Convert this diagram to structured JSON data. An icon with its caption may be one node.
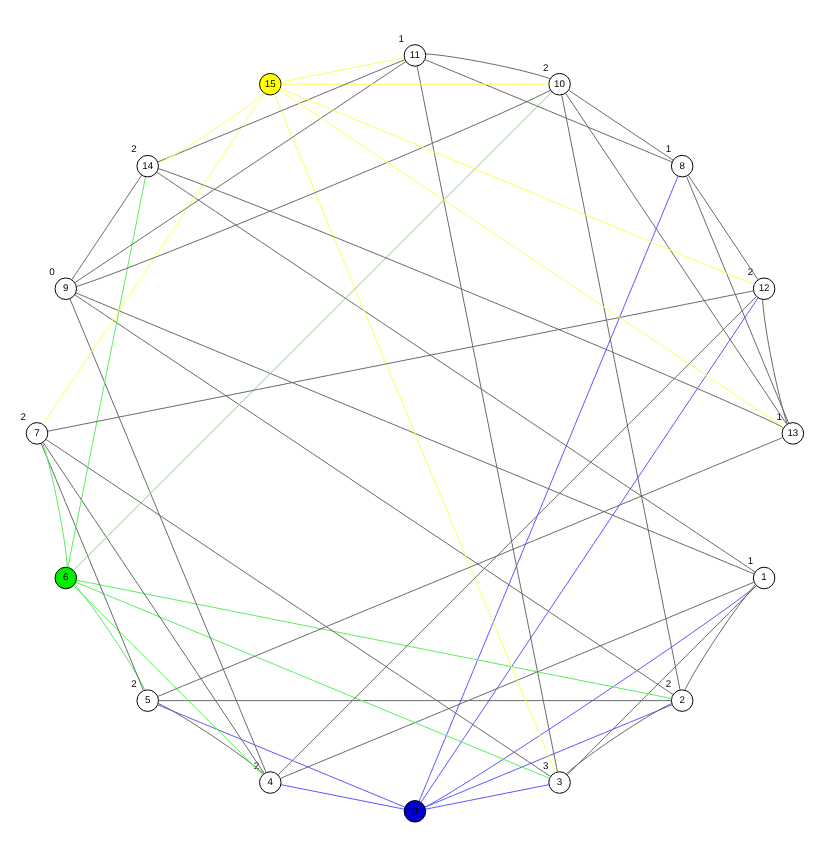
{
  "diagram": {
    "nodes": [
      {
        "text": [
          "0"
        ]
      },
      {
        "text": [
          "1"
        ],
        "beside": [
          "1"
        ]
      },
      {
        "text": [
          "2"
        ],
        "beside": [
          "2"
        ]
      },
      {
        "text": [
          "3"
        ],
        "beside": [
          "3"
        ]
      },
      {
        "text": [
          "4"
        ],
        "beside": [
          "2"
        ]
      },
      {
        "text": [
          "5"
        ],
        "beside": [
          "2"
        ]
      },
      {
        "text": [
          "6"
        ]
      },
      {
        "text": [
          "7"
        ],
        "beside": [
          "2"
        ]
      },
      {
        "text": [
          "8"
        ],
        "beside": [
          "1"
        ]
      },
      {
        "text": [
          "9"
        ],
        "beside": [
          "0"
        ]
      },
      {
        "text": [
          "10"
        ],
        "beside": [
          "2"
        ]
      },
      {
        "text": [
          "11"
        ],
        "beside": [
          "1"
        ]
      },
      {
        "text": [
          "12"
        ],
        "beside": [
          "2"
        ]
      },
      {
        "text": [
          "13"
        ],
        "beside": [
          "1"
        ]
      },
      {
        "text": [
          "14"
        ],
        "beside": [
          "2"
        ]
      },
      {
        "text": [
          "15"
        ]
      }
    ],
    "edges": [
      {
        "from": 0,
        "to": 1,
        "arrow": "none",
        "color": "#5555ff"
      },
      {
        "from": 0,
        "to": 2,
        "arrow": "none",
        "color": "#5555ff"
      },
      {
        "from": 0,
        "to": 3,
        "arrow": "none",
        "color": "#5555ff"
      },
      {
        "from": 0,
        "to": 4,
        "arrow": "none",
        "color": "#5555ff"
      },
      {
        "from": 0,
        "to": 5,
        "arrow": "none",
        "color": "#5555ff"
      },
      {
        "from": 0,
        "to": 8,
        "arrow": "none",
        "color": "#5555ff"
      },
      {
        "from": 0,
        "to": 12,
        "arrow": "none",
        "color": "#5555ff"
      },
      {
        "from": 1,
        "to": 2,
        "arrow": "none"
      },
      {
        "from": 1,
        "to": 3,
        "arrow": "none"
      },
      {
        "from": 1,
        "to": 4,
        "arrow": "none"
      },
      {
        "from": 1,
        "to": 9,
        "arrow": "none"
      },
      {
        "from": 1,
        "to": 14,
        "arrow": "none"
      },
      {
        "from": 2,
        "to": 3,
        "arrow": "none"
      },
      {
        "from": 2,
        "to": 9,
        "arrow": "none"
      },
      {
        "from": 2,
        "to": 10,
        "arrow": "none"
      },
      {
        "from": 2,
        "to": 5,
        "arrow": "none"
      },
      {
        "from": 2,
        "to": 6,
        "arrow": "none",
        "color": "#55ee55"
      },
      {
        "from": 3,
        "to": 6,
        "arrow": "none",
        "color": "#55ee55"
      },
      {
        "from": 3,
        "to": 7,
        "arrow": "none"
      },
      {
        "from": 3,
        "to": 11,
        "arrow": "none"
      },
      {
        "from": 3,
        "to": 15,
        "arrow": "none",
        "color": "#ffff55"
      },
      {
        "from": 4,
        "to": 5,
        "arrow": "none"
      },
      {
        "from": 4,
        "to": 6,
        "arrow": "none",
        "color": "#55ee55"
      },
      {
        "from": 4,
        "to": 7,
        "arrow": "none"
      },
      {
        "from": 4,
        "to": 9,
        "arrow": "none"
      },
      {
        "from": 4,
        "to": 12,
        "arrow": "none"
      },
      {
        "from": 5,
        "to": 6,
        "arrow": "none",
        "color": "#55ee55"
      },
      {
        "from": 5,
        "to": 7,
        "arrow": "none"
      },
      {
        "from": 5,
        "to": 13,
        "arrow": "none"
      },
      {
        "from": 6,
        "to": 7,
        "arrow": "none",
        "color": "#55ee55"
      },
      {
        "from": 6,
        "to": 10,
        "arrow": "none",
        "color": "#55ee55"
      },
      {
        "from": 6,
        "to": 14,
        "arrow": "none",
        "color": "#55ee55"
      },
      {
        "from": 7,
        "to": 12,
        "arrow": "none"
      },
      {
        "from": 7,
        "to": 15,
        "arrow": "none",
        "color": "#ffff55"
      },
      {
        "from": 8,
        "to": 10,
        "arrow": "none"
      },
      {
        "from": 8,
        "to": 11,
        "arrow": "none"
      },
      {
        "from": 8,
        "to": 12,
        "arrow": "none"
      },
      {
        "from": 8,
        "to": 13,
        "arrow": "none"
      },
      {
        "from": 9,
        "to": 10,
        "arrow": "none"
      },
      {
        "from": 9,
        "to": 11,
        "arrow": "none"
      },
      {
        "from": 9,
        "to": 14,
        "arrow": "none"
      },
      {
        "from": 10,
        "to": 11,
        "arrow": "none"
      },
      {
        "from": 10,
        "to": 13,
        "arrow": "none"
      },
      {
        "from": 10,
        "to": 15,
        "arrow": "none",
        "color": "#ffff55"
      },
      {
        "from": 11,
        "to": 14,
        "arrow": "none"
      },
      {
        "from": 11,
        "to": 15,
        "arrow": "none",
        "color": "#ffff55"
      },
      {
        "from": 12,
        "to": 13,
        "arrow": "none"
      },
      {
        "from": 12,
        "to": 15,
        "arrow": "none",
        "color": "#ffff55"
      },
      {
        "from": 13,
        "to": 14,
        "arrow": "none"
      },
      {
        "from": 13,
        "to": 15,
        "arrow": "none",
        "color": "#ffff55"
      },
      {
        "from": 14,
        "to": 15,
        "arrow": "none",
        "color": "#ffff55"
      }
    ]
  }
}
